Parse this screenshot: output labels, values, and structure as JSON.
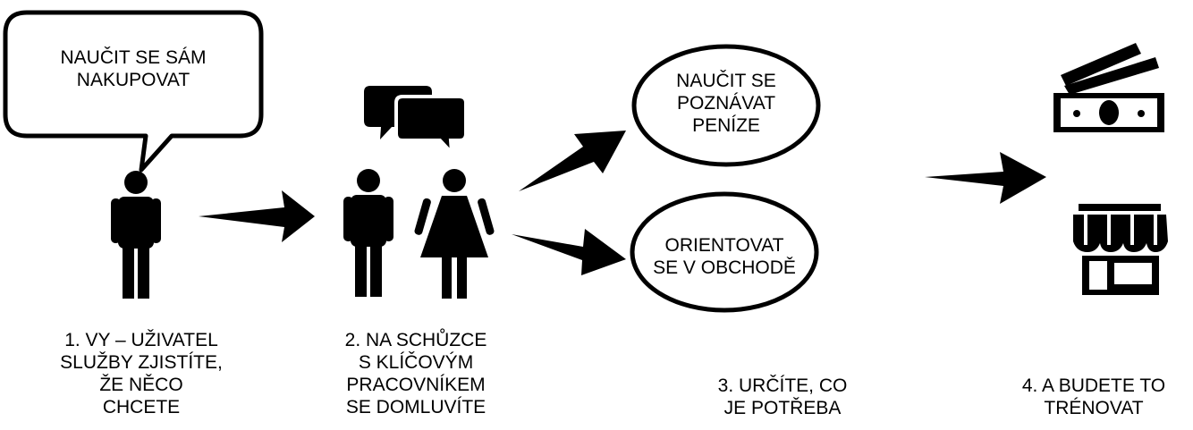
{
  "bubble": {
    "lines": [
      "NAUČIT SE SÁM",
      "NAKUPOVAT"
    ]
  },
  "step1": {
    "lines": [
      "1. VY – UŽIVATEL",
      "SLUŽBY ZJISTÍTE,",
      "ŽE NĚCO",
      "CHCETE"
    ]
  },
  "step2": {
    "lines": [
      "2. NA SCHŮZCE",
      "S KLÍČOVÝM",
      "PRACOVNÍKEM",
      "SE DOMLUVÍTE"
    ]
  },
  "goal_money": {
    "lines": [
      "NAUČIT SE",
      "POZNÁVAT",
      "PENÍZE"
    ]
  },
  "goal_shop": {
    "lines": [
      "ORIENTOVAT",
      "SE V OBCHODĚ"
    ]
  },
  "step3": {
    "lines": [
      "3. URČÍTE, CO",
      "JE POTŘEBA"
    ]
  },
  "step4": {
    "lines": [
      "4. A BUDETE TO",
      "TRÉNOVAT"
    ]
  },
  "colors": {
    "ink": "#000000",
    "paper": "#ffffff"
  },
  "icons": [
    "person-icon",
    "chat-bubbles-icon",
    "man-icon",
    "woman-icon",
    "banknotes-icon",
    "shop-icon",
    "arrow-icon"
  ]
}
